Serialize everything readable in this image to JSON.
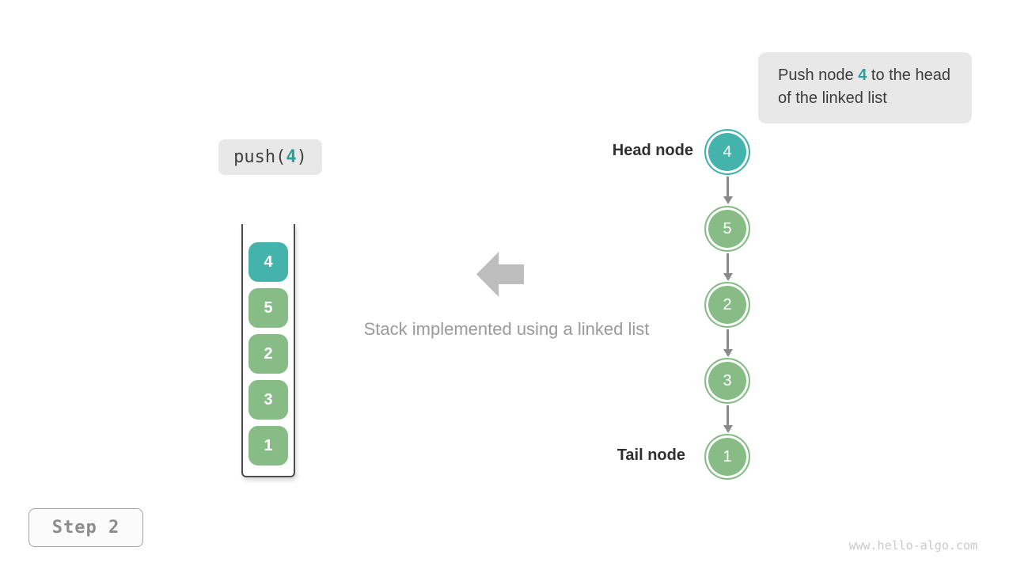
{
  "callout": {
    "prefix": "Push node ",
    "highlight": "4",
    "suffix": " to the head of the linked list"
  },
  "operation": {
    "prefix": "push(",
    "arg": "4",
    "suffix": ")"
  },
  "stack": {
    "items": [
      {
        "value": "4",
        "highlight": true
      },
      {
        "value": "5",
        "highlight": false
      },
      {
        "value": "2",
        "highlight": false
      },
      {
        "value": "3",
        "highlight": false
      },
      {
        "value": "1",
        "highlight": false
      }
    ]
  },
  "linked_list": {
    "head_label": "Head node",
    "tail_label": "Tail node",
    "nodes": [
      {
        "value": "4",
        "highlight": true
      },
      {
        "value": "5",
        "highlight": false
      },
      {
        "value": "2",
        "highlight": false
      },
      {
        "value": "3",
        "highlight": false
      },
      {
        "value": "1",
        "highlight": false
      }
    ]
  },
  "caption": "Stack implemented using a linked list",
  "step_badge": "Step 2",
  "watermark": "www.hello-algo.com",
  "colors": {
    "highlight_teal_fill": "#43b3ac",
    "highlight_teal_text": "#2e9e98",
    "node_green": "#87bc87",
    "label_bg": "#e8e8e8",
    "arrow_gray": "#bdbdbd",
    "connector_gray": "#8a8a8a",
    "caption_gray": "#9a9a9a"
  }
}
